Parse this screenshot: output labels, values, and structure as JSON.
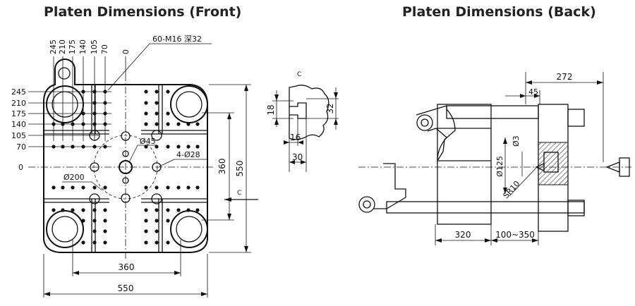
{
  "titles": {
    "front": "Platen Dimensions (Front)",
    "back": "Platen Dimensions (Back)"
  },
  "front": {
    "top_labels": [
      "245",
      "210",
      "175",
      "140",
      "105",
      "70",
      "0"
    ],
    "left_labels": [
      "245",
      "210",
      "175",
      "140",
      "105",
      "70",
      "0"
    ],
    "callout_thread": "60-M16 深32",
    "callout_hole_dia": "Ø45",
    "callout_holes": "4-Ø28",
    "callout_circle": "Ø200",
    "dim_bottom_inner": "360",
    "dim_bottom_outer": "550",
    "dim_right_inner": "360",
    "dim_right_outer": "550",
    "section_mark": "C"
  },
  "section": {
    "label": "C",
    "dim_18": "18",
    "dim_32": "32",
    "dim_16": "16",
    "dim_30": "30"
  },
  "back": {
    "dim_272": "272",
    "dim_45": "45",
    "dim_phi3": "Ø3",
    "dim_phi125": "Ø125",
    "dim_sr10": "SR10",
    "dim_320": "320",
    "dim_stroke": "100~350"
  }
}
